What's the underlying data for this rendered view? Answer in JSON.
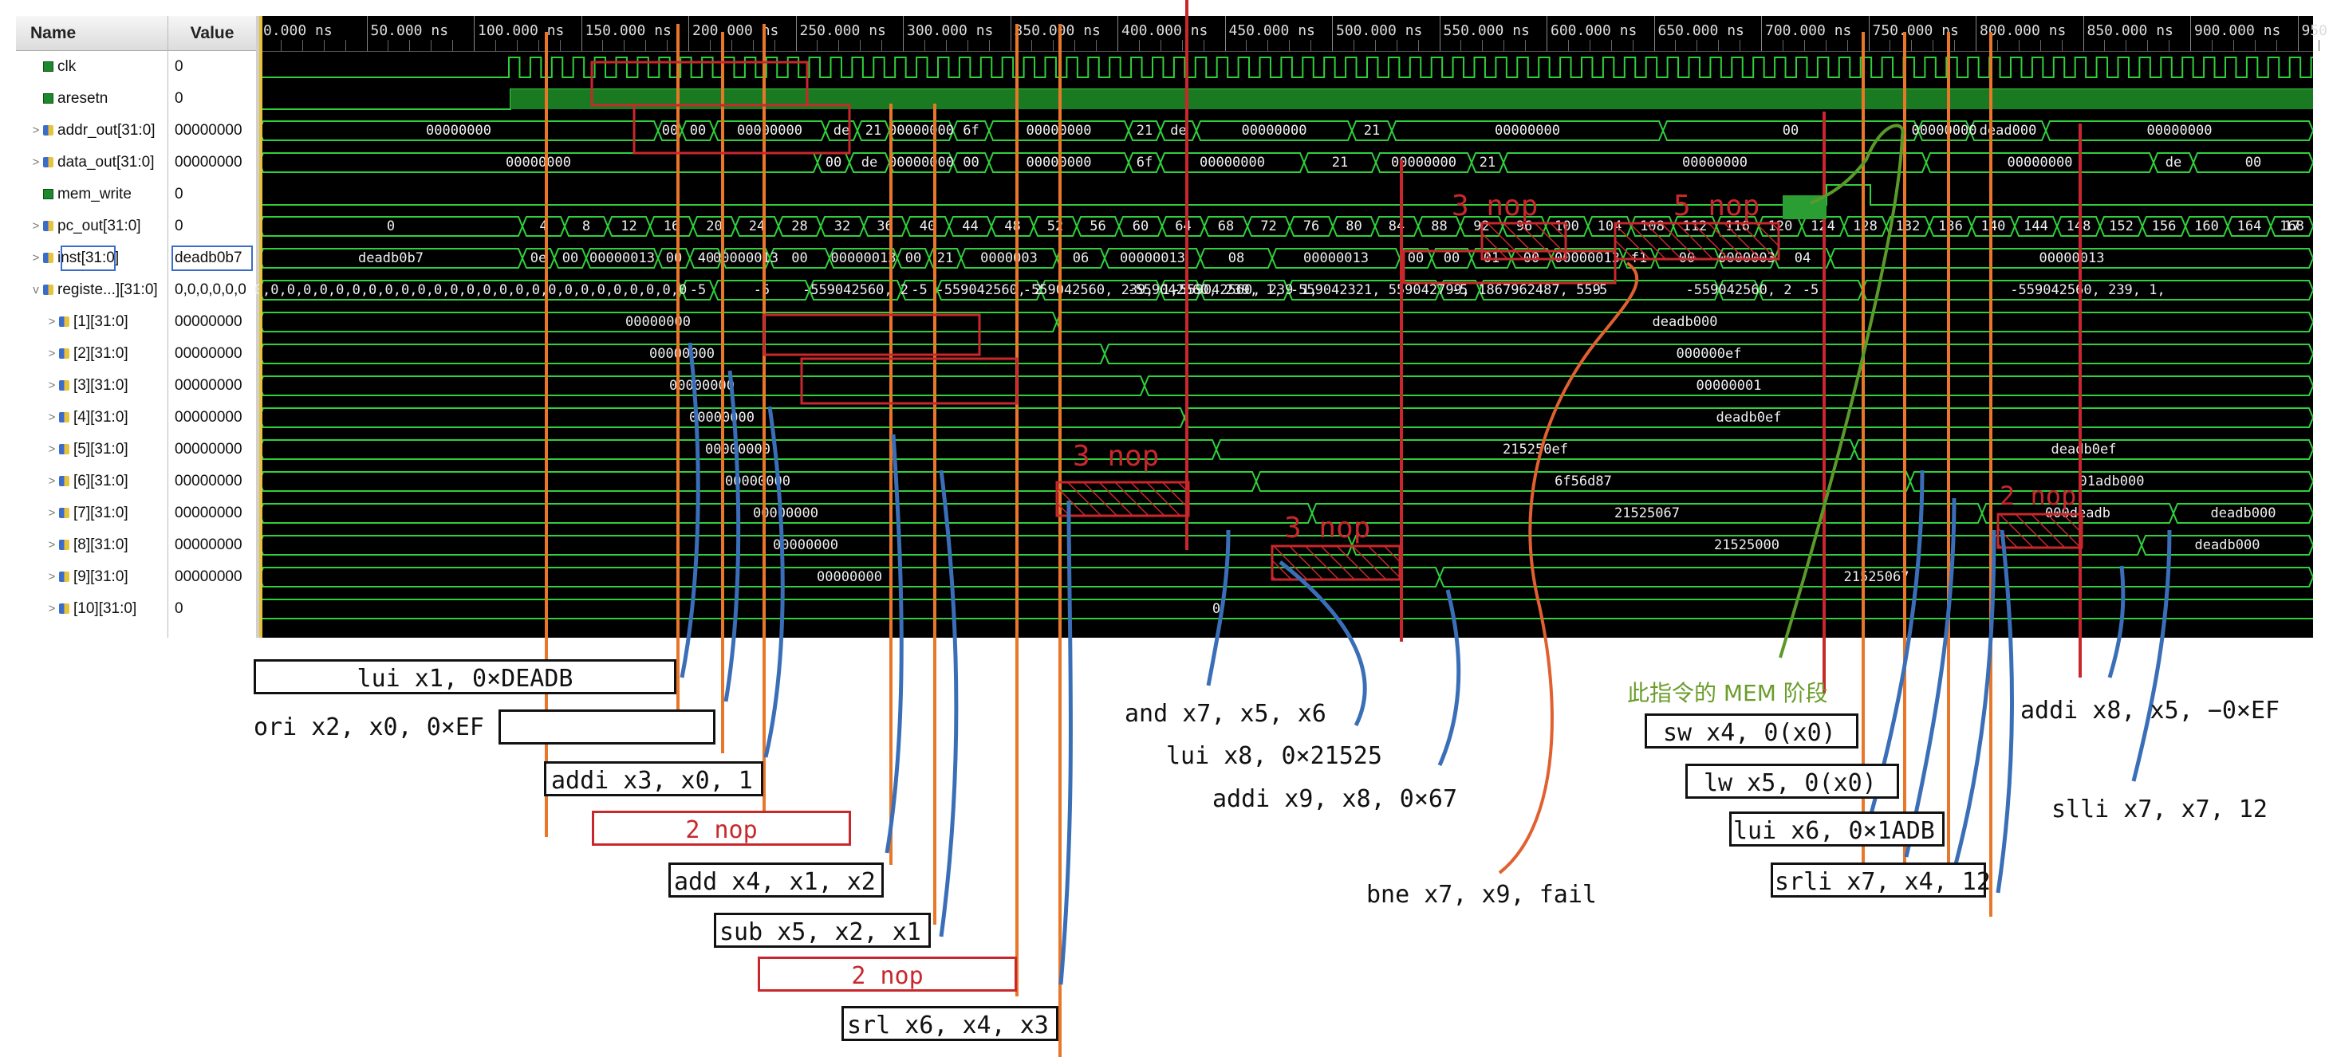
{
  "window": {
    "columns": {
      "name": "Name",
      "value": "Value"
    },
    "signals": [
      {
        "name": "clk",
        "type": "bit",
        "expand": "",
        "indent": 0,
        "value": "0"
      },
      {
        "name": "aresetn",
        "type": "bit",
        "expand": "",
        "indent": 0,
        "value": "0"
      },
      {
        "name": "addr_out[31:0]",
        "type": "bus",
        "expand": ">",
        "indent": 0,
        "value": "00000000"
      },
      {
        "name": "data_out[31:0]",
        "type": "bus",
        "expand": ">",
        "indent": 0,
        "value": "00000000"
      },
      {
        "name": "mem_write",
        "type": "bit",
        "expand": "",
        "indent": 0,
        "value": "0"
      },
      {
        "name": "pc_out[31:0]",
        "type": "bus",
        "expand": ">",
        "indent": 0,
        "value": "0"
      },
      {
        "name": "inst[31:0]",
        "type": "bus",
        "expand": ">",
        "indent": 0,
        "value": "deadb0b7"
      },
      {
        "name": "registe...][31:0]",
        "type": "bus",
        "expand": "v",
        "indent": 0,
        "value": "0,0,0,0,0,0"
      },
      {
        "name": "[1][31:0]",
        "type": "bus",
        "expand": ">",
        "indent": 1,
        "value": "00000000"
      },
      {
        "name": "[2][31:0]",
        "type": "bus",
        "expand": ">",
        "indent": 1,
        "value": "00000000"
      },
      {
        "name": "[3][31:0]",
        "type": "bus",
        "expand": ">",
        "indent": 1,
        "value": "00000000"
      },
      {
        "name": "[4][31:0]",
        "type": "bus",
        "expand": ">",
        "indent": 1,
        "value": "00000000"
      },
      {
        "name": "[5][31:0]",
        "type": "bus",
        "expand": ">",
        "indent": 1,
        "value": "00000000"
      },
      {
        "name": "[6][31:0]",
        "type": "bus",
        "expand": ">",
        "indent": 1,
        "value": "00000000"
      },
      {
        "name": "[7][31:0]",
        "type": "bus",
        "expand": ">",
        "indent": 1,
        "value": "00000000"
      },
      {
        "name": "[8][31:0]",
        "type": "bus",
        "expand": ">",
        "indent": 1,
        "value": "00000000"
      },
      {
        "name": "[9][31:0]",
        "type": "bus",
        "expand": ">",
        "indent": 1,
        "value": "00000000"
      },
      {
        "name": "[10][31:0]",
        "type": "bus",
        "expand": ">",
        "indent": 1,
        "value": "0"
      }
    ],
    "ruler": [
      "0.000 ns",
      "50.000 ns",
      "100.000 ns",
      "150.000 ns",
      "200.000 ns",
      "250.000 ns",
      "300.000 ns",
      "350.000 ns",
      "400.000 ns",
      "450.000 ns",
      "500.000 ns",
      "550.000 ns",
      "600.000 ns",
      "650.000 ns",
      "700.000 ns",
      "750.000 ns",
      "800.000 ns",
      "850.000 ns",
      "900.000 ns",
      "950.0"
    ],
    "waves": {
      "addr_out": [
        "00000000",
        "00",
        "00",
        "00000000",
        "de",
        "21",
        "00000000",
        "6f",
        "00000000",
        "21",
        "de",
        "00000000",
        "21",
        "00000000",
        "00",
        "00000000",
        "dead000",
        "00000000"
      ],
      "data_out": [
        "00000000",
        "00",
        "de",
        "00000000",
        "00",
        "00000000",
        "6f",
        "00000000",
        "21",
        "00000000",
        "21",
        "00000000",
        "00000000",
        "de",
        "00"
      ],
      "pc_out": [
        "0",
        "4",
        "8",
        "12",
        "16",
        "20",
        "24",
        "28",
        "32",
        "36",
        "40",
        "44",
        "48",
        "52",
        "56",
        "60",
        "64",
        "68",
        "72",
        "76",
        "80",
        "84",
        "88",
        "92",
        "96",
        "100",
        "104",
        "108",
        "112",
        "116",
        "120",
        "124",
        "128",
        "132",
        "136",
        "140",
        "144",
        "148",
        "152",
        "156",
        "160",
        "164",
        "168",
        "17"
      ],
      "inst": [
        "deadb0b7",
        "0e",
        "00",
        "00000013",
        "00",
        "40",
        "00000013",
        "00",
        "00000013",
        "00",
        "21",
        "0000003",
        "06",
        "00000013",
        "08",
        "00000013",
        "00",
        "00",
        "01",
        "00",
        "00000013",
        "f1",
        "00",
        "0000003",
        "04",
        "00000013"
      ],
      "registers": [
        "0,0,0,0,0,0,0,0,0,0,0,0,0,0,0,0,0,0,0,0,0,0,0,0,0,0,0",
        "-5",
        "-5",
        "-559042560, 2",
        "-5",
        "-559042560, 2",
        "-559042560, 239, 1,",
        "-5",
        "-559042560, 239 1,",
        "-559042560, 239, 1, -559042321, 559042799, 1867962487, 559",
        "-5",
        "-5",
        "-559042560, 2",
        "-5",
        "-559042560, 239, 1,"
      ],
      "r1": [
        "00000000",
        "deadb000"
      ],
      "r2": [
        "00000000",
        "000000ef"
      ],
      "r3": [
        "00000000",
        "00000001"
      ],
      "r4": [
        "00000000",
        "deadb0ef"
      ],
      "r5": [
        "00000000",
        "215250ef",
        "deadb0ef"
      ],
      "r6": [
        "00000000",
        "6f56d87",
        "01adb000"
      ],
      "r7": [
        "00000000",
        "21525067",
        "000deadb",
        "deadb000"
      ],
      "r8": [
        "00000000",
        "21525000",
        "deadb000"
      ],
      "r9": [
        "00000000",
        "21525067"
      ],
      "r10": [
        "0"
      ]
    }
  },
  "annotations": {
    "nop_labels": {
      "a": "3 nop",
      "b": "5 nop",
      "c": "3 nop",
      "d": "3 nop",
      "e": "2 nop"
    },
    "mem_stage": "此指令的 MEM 阶段",
    "instructions_left": [
      {
        "text": "lui x1, 0×DEADB",
        "kind": "box"
      },
      {
        "text": "ori x2, x0, 0×EF",
        "kind": "box"
      },
      {
        "text": "addi x3, x0, 1",
        "kind": "box"
      },
      {
        "text": "2 nop",
        "kind": "red"
      },
      {
        "text": "add x4, x1, x2",
        "kind": "box"
      },
      {
        "text": "sub x5, x2, x1",
        "kind": "box"
      },
      {
        "text": "2 nop",
        "kind": "red"
      },
      {
        "text": "srl x6, x4, x3",
        "kind": "box"
      }
    ],
    "instructions_mid": [
      "and x7, x5, x6",
      "lui x8, 0×21525",
      "addi x9, x8, 0×67",
      "bne x7, x9, fail"
    ],
    "instructions_right": [
      "sw x4, 0(x0)",
      "lw x5, 0(x0)",
      "lui x6, 0×1ADB",
      "srli x7, x4, 12"
    ],
    "instructions_far": [
      "addi x8, x5, −0×EF",
      "slli x7, x7, 12"
    ]
  }
}
